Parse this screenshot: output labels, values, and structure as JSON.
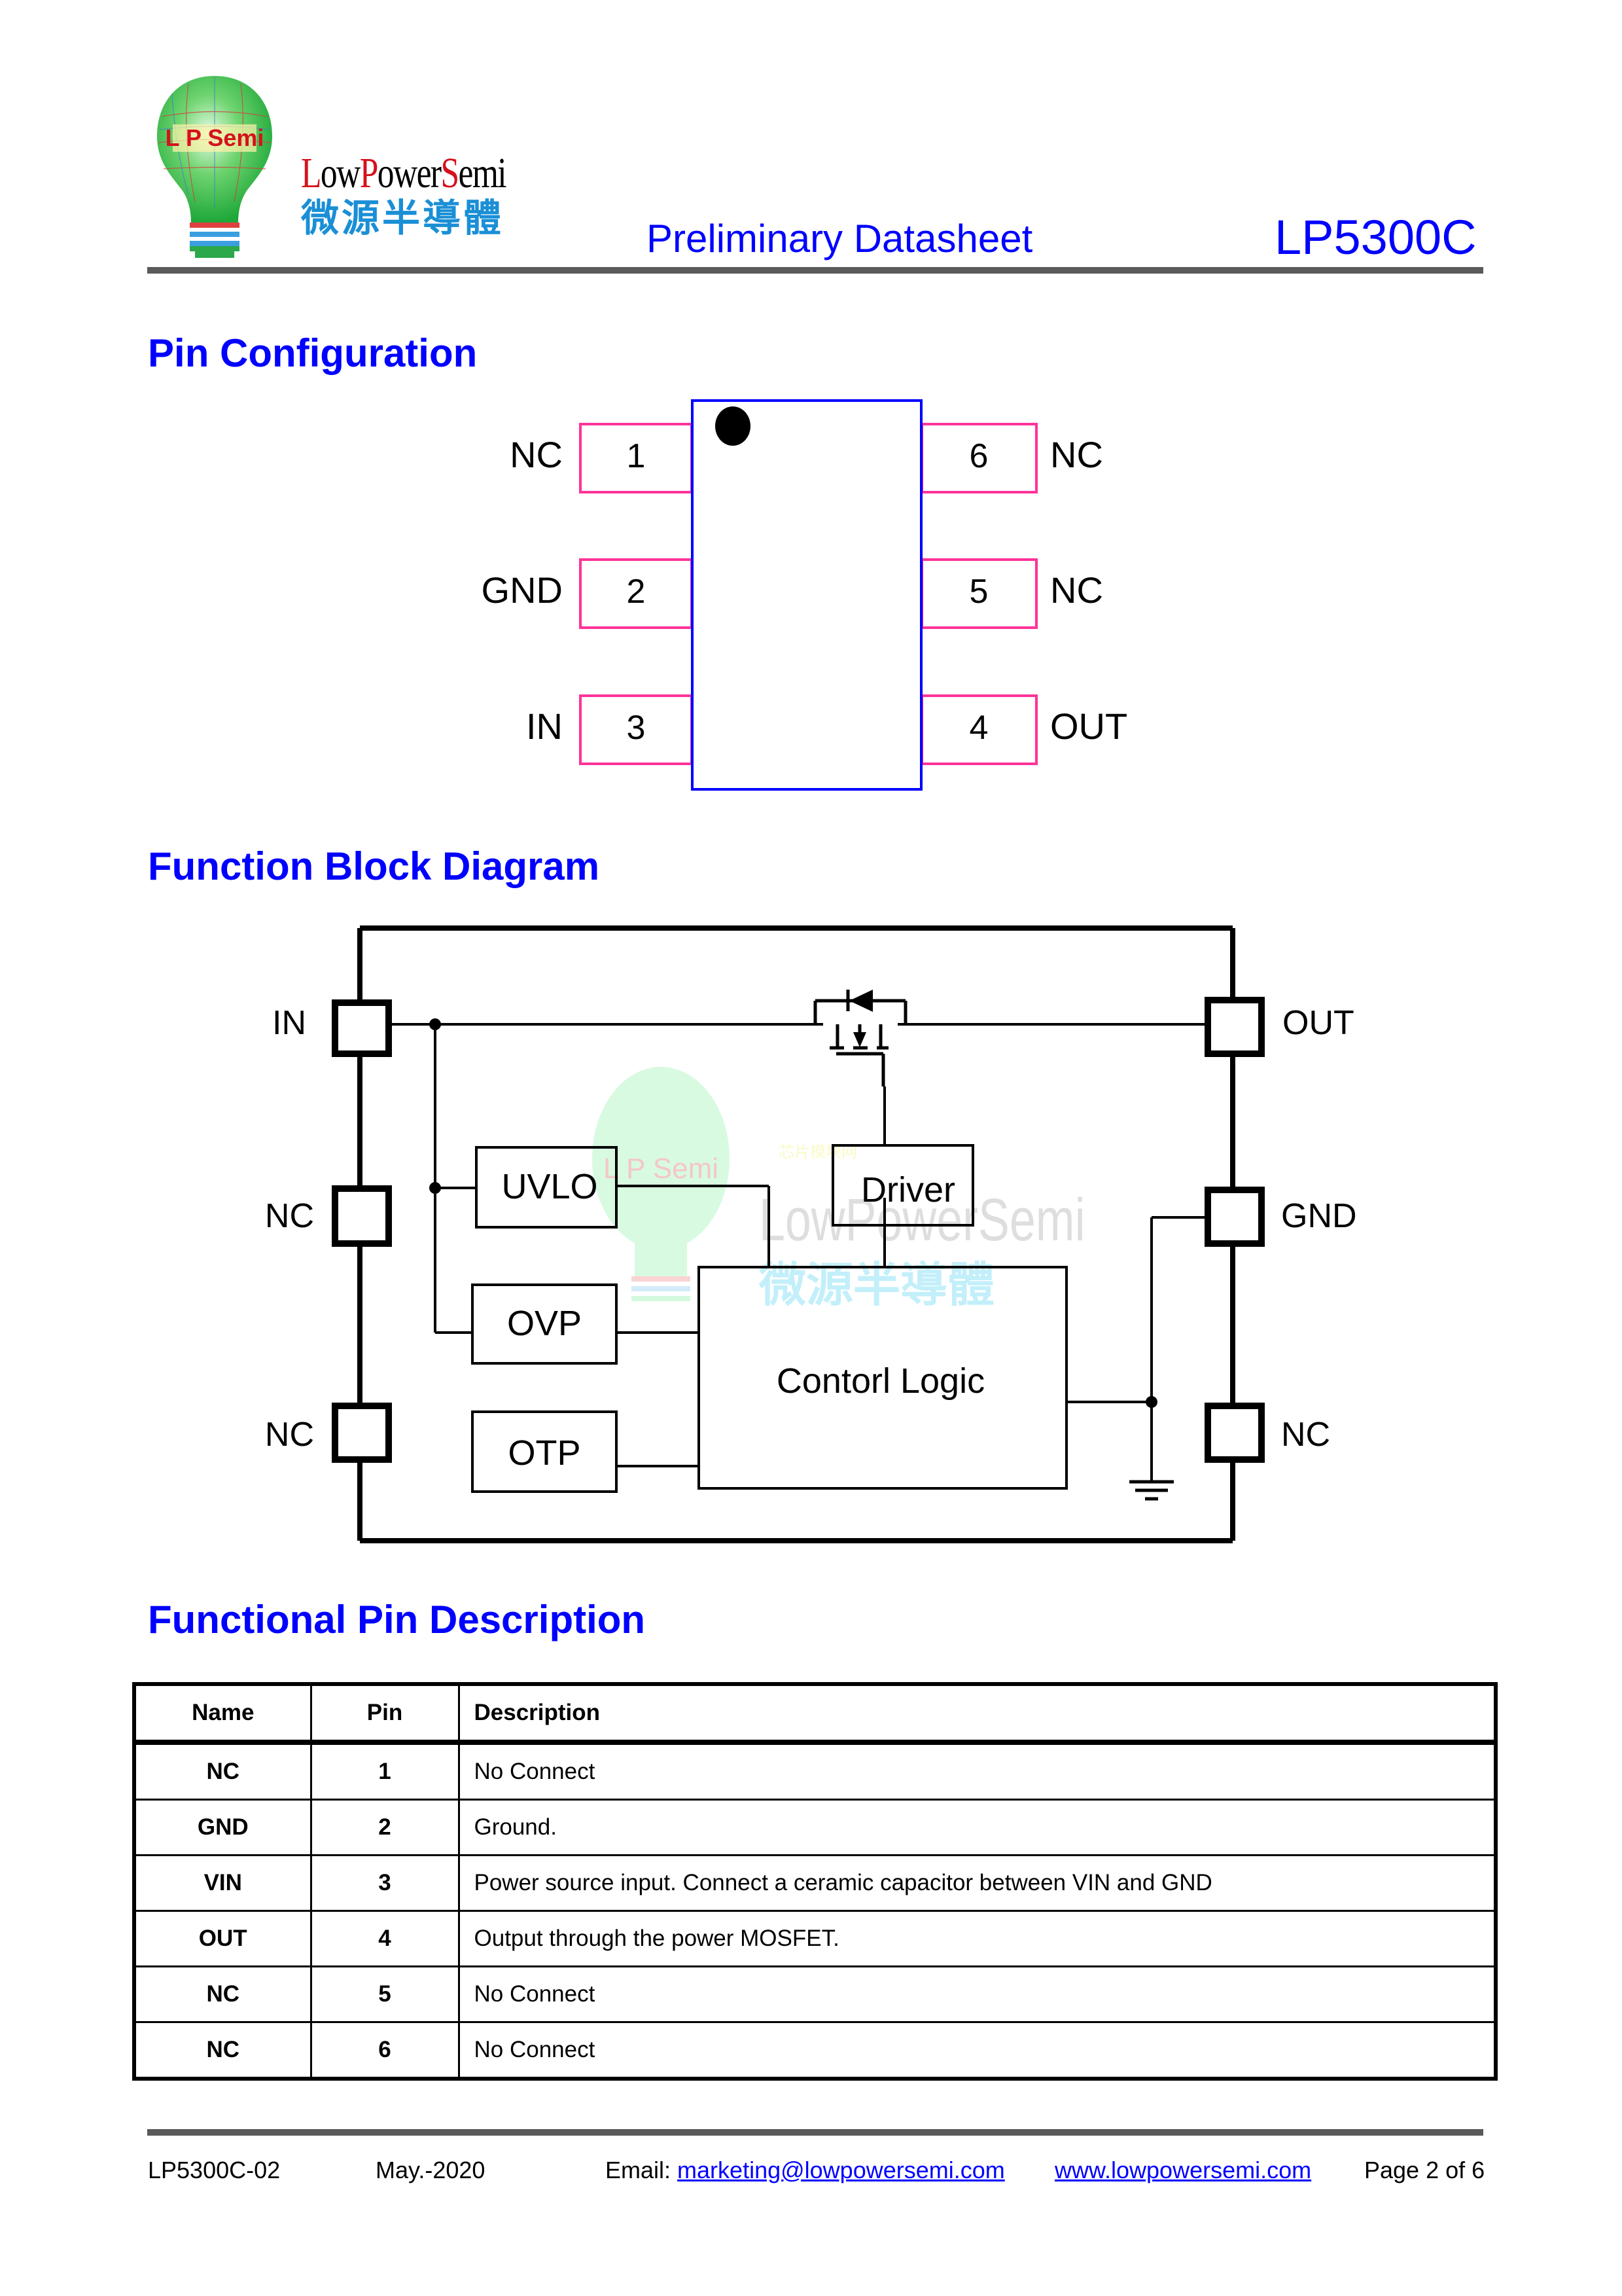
{
  "header": {
    "logo_badge": "L P Semi",
    "brand_name_parts": [
      "L",
      "ow",
      "P",
      "ower",
      "S",
      "emi"
    ],
    "brand_name_zh": "微源半導體",
    "doc_type": "Preliminary Datasheet",
    "part_number": "LP5300C"
  },
  "pin_configuration": {
    "title": "Pin Configuration",
    "left_pins": [
      {
        "number": "1",
        "name": "NC"
      },
      {
        "number": "2",
        "name": "GND"
      },
      {
        "number": "3",
        "name": "IN"
      }
    ],
    "right_pins": [
      {
        "number": "6",
        "name": "NC"
      },
      {
        "number": "5",
        "name": "NC"
      },
      {
        "number": "4",
        "name": "OUT"
      }
    ],
    "colors": {
      "body": "#0000ff",
      "pin": "#ff3399"
    }
  },
  "block_diagram": {
    "title": "Function Block Diagram",
    "left_pins": [
      "IN",
      "NC",
      "NC"
    ],
    "right_pins": [
      "OUT",
      "GND",
      "NC"
    ],
    "blocks": {
      "uvlo": "UVLO",
      "ovp": "OVP",
      "otp": "OTP",
      "driver": "Driver",
      "control_logic": "Contorl Logic"
    },
    "watermark": {
      "badge": "L P Semi",
      "brand": "LowPowerSemi",
      "brand_zh": "微源半導體",
      "site_tag": "芯片模块网"
    }
  },
  "pin_description": {
    "title": "Functional Pin Description",
    "columns": [
      "Name",
      "Pin",
      "Description"
    ],
    "rows": [
      {
        "name": "NC",
        "pin": "1",
        "description": "No Connect"
      },
      {
        "name": "GND",
        "pin": "2",
        "description": "Ground."
      },
      {
        "name": "VIN",
        "pin": "3",
        "description": "Power source input. Connect a ceramic capacitor between VIN and GND"
      },
      {
        "name": "OUT",
        "pin": "4",
        "description": "Output through the power MOSFET."
      },
      {
        "name": "NC",
        "pin": "5",
        "description": "No Connect"
      },
      {
        "name": "NC",
        "pin": "6",
        "description": "No Connect"
      }
    ]
  },
  "footer": {
    "doc_id": "LP5300C-02",
    "date": "May.-2020",
    "email_label": "Email:",
    "email": "marketing@lowpowersemi.com",
    "website": "www.lowpowersemi.com",
    "page": "Page 2 of 6"
  }
}
